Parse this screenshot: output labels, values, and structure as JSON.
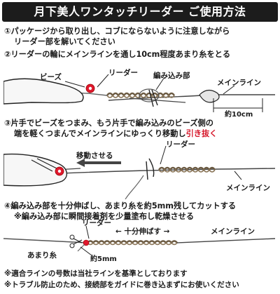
{
  "title": "月下美人ワンタッチリーダー ご使用方法",
  "step1": {
    "num": "①",
    "line1": "パッケージから取り出し、コブにならないように注意しながら",
    "line2": "リーダー部を解いてください"
  },
  "step2": {
    "num": "②",
    "text": "リーダーの輪にメインラインを通し10cm程度あまり糸をとる",
    "labels": {
      "beads": "ビーズ",
      "leader": "リーダー",
      "braid": "編み込み部",
      "main_line": "メインライン",
      "approx": "約10cm"
    }
  },
  "step3": {
    "num": "③",
    "line1": "片手でビーズをつまみ、もう片手で編み込みのビーズ側の",
    "line2_pre": "端を軽くつまんでメインラインにゆっくり移動し",
    "line2_em": "引き抜く",
    "labels": {
      "leader": "リーダー",
      "move": "移動させる",
      "main_line": "メインライン"
    }
  },
  "step4": {
    "num": "④",
    "line1": "編み込み部を十分伸ばし、あまり糸を約5mm残してカットする",
    "line2": "※編み込み部に瞬間接着剤を少量塗布し乾燥させる",
    "labels": {
      "leader": "リーダー",
      "stretch": "← 十分伸ばす →",
      "main_line": "メインライン",
      "tag_end": "あまり糸",
      "approx": "約5mm"
    }
  },
  "notes": [
    "※適合ラインの号数は当社ラインを基準としております",
    "※トラブル防止のため、接続部をガイドに巻き込まずにお使いください"
  ],
  "colors": {
    "bead": "#e0182d",
    "line": "#555555",
    "banner": "#1c1c1c"
  }
}
